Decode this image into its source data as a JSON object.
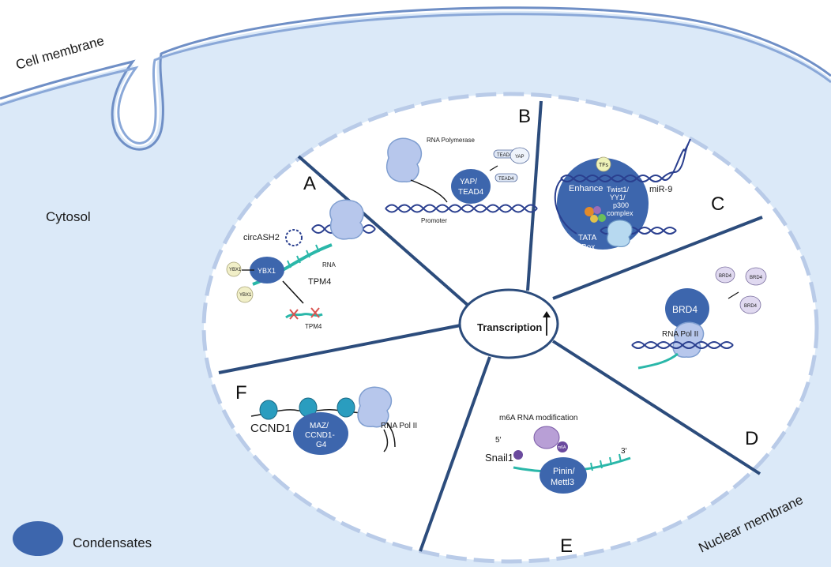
{
  "labels": {
    "cell_membrane": "Cell membrane",
    "cytosol": "Cytosol",
    "nuclear_membrane": "Nuclear membrane",
    "condensates": "Condensates",
    "transcription": "Transcription"
  },
  "panels": {
    "A": {
      "letter": "A",
      "circASH2": "circASH2",
      "rna": "RNA",
      "ybx1_main": "YBX1",
      "ybx1_small_1": "YBX1",
      "ybx1_small_2": "YBX1",
      "tpm4_top": "TPM4",
      "tpm4_bottom": "TPM4"
    },
    "B": {
      "letter": "B",
      "rna_polymerase": "RNA Polymerase",
      "tead4_1": "TEAD4",
      "tead4_2": "TEAD4",
      "yap": "YAP",
      "condensate_line1": "YAP/",
      "condensate_line2": "TEAD4",
      "promoter": "Promoter"
    },
    "C": {
      "letter": "C",
      "tfs": "TFs",
      "enhance": "Enhance",
      "complex_line1": "Twist1/",
      "complex_line2": "YY1/",
      "complex_line3": "p300",
      "complex_line4": "complex",
      "mir9": "miR-9",
      "tata_line1": "TATA",
      "tata_line2": "Box"
    },
    "D": {
      "letter": "D",
      "brd4_main": "BRD4",
      "brd4_small_1": "BRD4",
      "brd4_small_2": "BRD4",
      "brd4_small_3": "BRD4",
      "rna_pol": "RNA Pol II"
    },
    "E": {
      "letter": "E",
      "m6a_mod": "m6A RNA modification",
      "five_prime": "5′",
      "three_prime": "3′",
      "snail1": "Snail1",
      "m6a_tag": "m6A",
      "condensate_line1": "Pinin/",
      "condensate_line2": "Mettl3"
    },
    "F": {
      "letter": "F",
      "ccnd1": "CCND1",
      "condensate_line1": "MAZ/",
      "condensate_line2": "CCND1-",
      "condensate_line3": "G4",
      "rna_pol": "RNA Pol II"
    }
  },
  "colors": {
    "cytosol": "#dbe9f8",
    "membrane": "#7f9ed0",
    "nucleus": "#eaf2fc",
    "nuclear_dash": "#a9c0e6",
    "condensate": "#3d66ad",
    "divider": "#2c4c7c",
    "dna": "#2a3f8f",
    "rna": "#2ab7a9",
    "polymerase": "#b7c7ec",
    "brd4_small": "#e0d9f0",
    "ybx1_small": "#f1efc8"
  }
}
